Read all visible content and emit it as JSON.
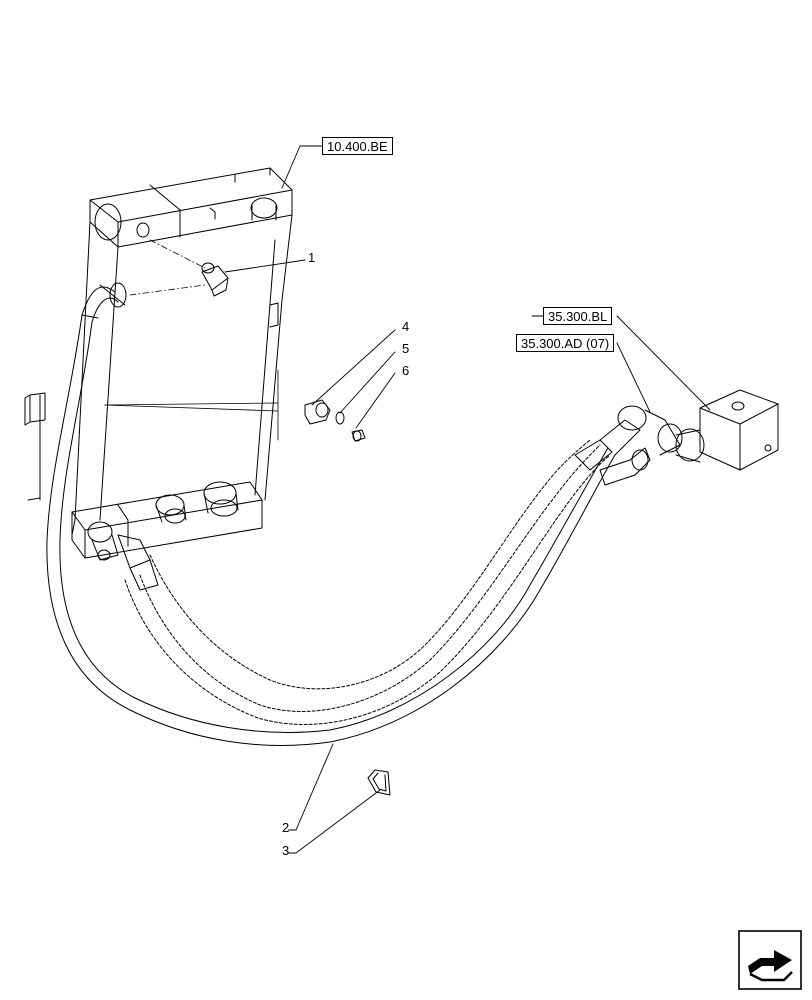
{
  "references": [
    {
      "id": "ref-10-400-be",
      "text": "10.400.BE"
    },
    {
      "id": "ref-35-300-bl",
      "text": "35.300.BL"
    },
    {
      "id": "ref-35-300-ad",
      "text": "35.300.AD (07)"
    }
  ],
  "callouts": [
    "1",
    "2",
    "3",
    "4",
    "5",
    "6"
  ],
  "icons": {
    "navigation": "next-page-arrow-icon"
  },
  "colors": {
    "line": "#000000",
    "background": "#ffffff"
  }
}
